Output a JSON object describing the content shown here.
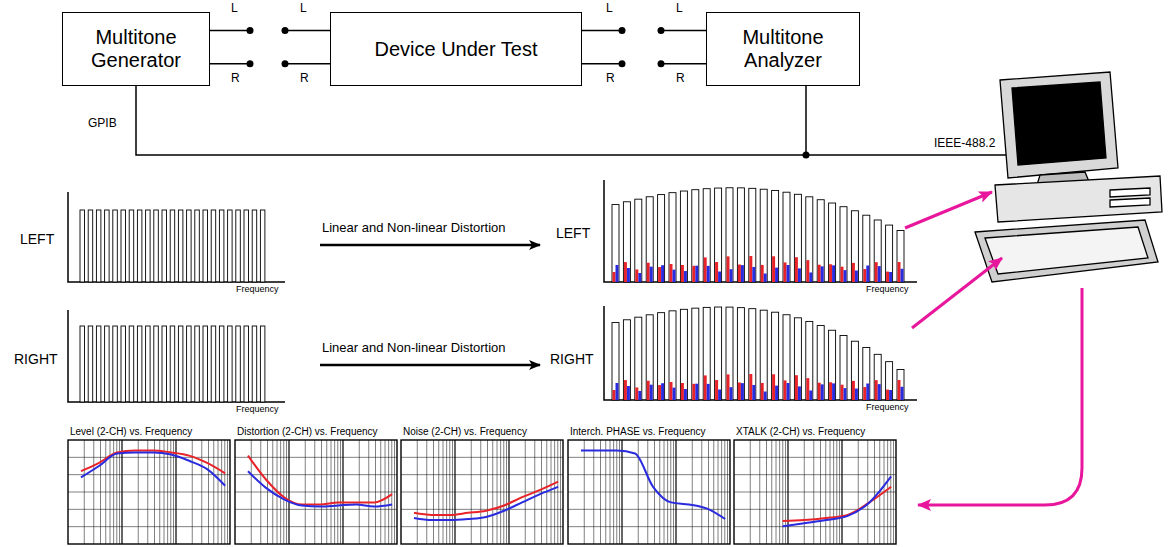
{
  "diagram": {
    "nodes": [
      {
        "text": [
          "Multitone Generator"
        ]
      },
      {
        "text": [
          "Device Under Test"
        ]
      },
      {
        "text": [
          "Multitone Analyzer"
        ]
      }
    ],
    "edges": [
      {
        "from": 0,
        "to": 1,
        "arrow": "none"
      },
      {
        "from": 0,
        "to": 1,
        "arrow": "none"
      },
      {
        "from": 1,
        "to": 2,
        "arrow": "none"
      },
      {
        "from": 1,
        "to": 2,
        "arrow": "none"
      }
    ],
    "labels": [
      "L",
      "R",
      "L",
      "R",
      "L",
      "R",
      "L",
      "R",
      "GPIB",
      "IEEE-488.2",
      "LEFT",
      "Frequency",
      "Linear and Non-linear Distortion",
      "LEFT",
      "Frequency",
      "RIGHT",
      "Frequency",
      "Linear and Non-linear Distortion",
      "RIGHT",
      "Frequency",
      "Level (2-CH) vs. Frequency",
      "Distortion (2-CH) vs. Frequency",
      "Noise (2-CH) vs. Frequency",
      "Interch. PHASE vs. Frequency",
      "XTALK (2-CH) vs. Frequency"
    ]
  }
}
